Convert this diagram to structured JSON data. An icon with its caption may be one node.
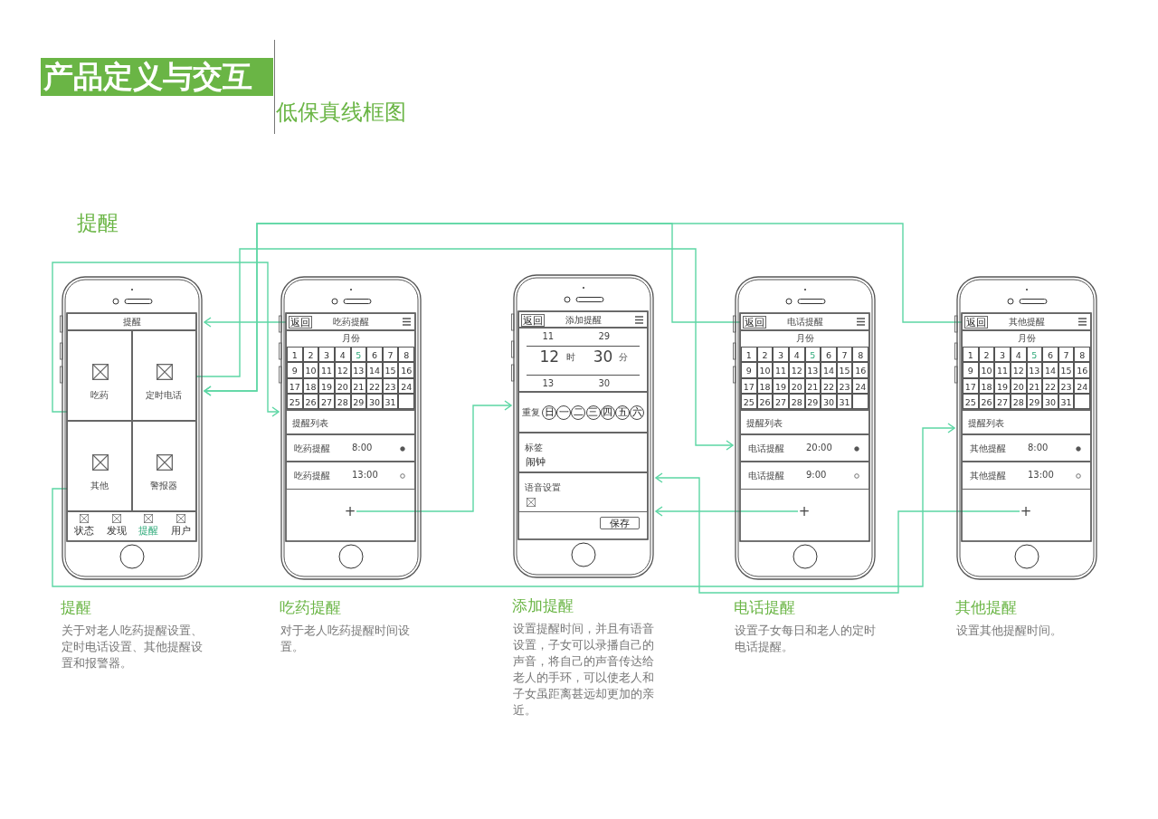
{
  "diagram": {
    "title": "产品定义与交互",
    "nodes": [
      {
        "text": [],
        "shape": "phone",
        "beside": [
          "提醒",
          "关于对老人吃药提醒设置、定时电话设置、其他提醒设置和报警器。"
        ]
      },
      {
        "text": [
          "提醒"
        ],
        "in": 0
      },
      {
        "text": [
          "吃药"
        ],
        "in": 0
      },
      {
        "text": [
          "定时电话"
        ],
        "in": 0
      },
      {
        "text": [
          "其他"
        ],
        "in": 0
      },
      {
        "text": [
          "警报器"
        ],
        "in": 0
      },
      {
        "text": [
          "状态",
          "发现",
          "提醒",
          "用户"
        ],
        "in": 0
      },
      {
        "text": [],
        "shape": "phone",
        "beside": [
          "吃药提醒",
          "对于老人吃药提醒时间设置。"
        ]
      },
      {
        "text": [
          "返回",
          "吃药提醒"
        ],
        "in": 7
      },
      {
        "text": [
          "月份",
          "1",
          "2",
          "3",
          "4",
          "5",
          "6",
          "7",
          "8",
          "9",
          "10",
          "11",
          "12",
          "13",
          "14",
          "15",
          "16",
          "17",
          "18",
          "19",
          "20",
          "21",
          "22",
          "23",
          "24",
          "25",
          "26",
          "27",
          "28",
          "29",
          "30",
          "31"
        ],
        "in": 7
      },
      {
        "text": [
          "提醒列表"
        ],
        "in": 7
      },
      {
        "text": [
          "吃药提醒",
          "8:00"
        ],
        "in": 7
      },
      {
        "text": [
          "吃药提醒",
          "13:00"
        ],
        "in": 7
      },
      {
        "text": [
          "+"
        ],
        "in": 7
      },
      {
        "text": [],
        "shape": "phone",
        "beside": [
          "添加提醒",
          "设置提醒时间，并且有语音设置，子女可以录播自己的声音，将自己的声音传达给老人的手环，可以使老人和子女虽距离甚远却更加的亲近。"
        ]
      },
      {
        "text": [
          "返回",
          "添加提醒"
        ],
        "in": 14
      },
      {
        "text": [
          "11",
          "29",
          "12",
          "时",
          "30",
          "分",
          "13",
          "30"
        ],
        "in": 14
      },
      {
        "text": [
          "重复",
          "日",
          "一",
          "二",
          "三",
          "四",
          "五",
          "六"
        ],
        "in": 14
      },
      {
        "text": [
          "标签",
          "闹钟"
        ],
        "in": 14
      },
      {
        "text": [
          "语音设置"
        ],
        "in": 14
      },
      {
        "text": [
          "保存"
        ],
        "in": 14
      },
      {
        "text": [],
        "shape": "phone",
        "beside": [
          "电话提醒",
          "设置子女每日和老人的定时电话提醒。"
        ]
      },
      {
        "text": [
          "返回",
          "电话提醒"
        ],
        "in": 21
      },
      {
        "text": [
          "月份",
          "1",
          "2",
          "3",
          "4",
          "5",
          "6",
          "7",
          "8",
          "9",
          "10",
          "11",
          "12",
          "13",
          "14",
          "15",
          "16",
          "17",
          "18",
          "19",
          "20",
          "21",
          "22",
          "23",
          "24",
          "25",
          "26",
          "27",
          "28",
          "29",
          "30",
          "31"
        ],
        "in": 21
      },
      {
        "text": [
          "提醒列表"
        ],
        "in": 21
      },
      {
        "text": [
          "电话提醒",
          "20:00"
        ],
        "in": 21
      },
      {
        "text": [
          "电话提醒",
          "9:00"
        ],
        "in": 21
      },
      {
        "text": [
          "+"
        ],
        "in": 21
      },
      {
        "text": [],
        "shape": "phone",
        "beside": [
          "其他提醒",
          "设置其他提醒时间。"
        ]
      },
      {
        "text": [
          "返回",
          "其他提醒"
        ],
        "in": 28
      },
      {
        "text": [
          "月份",
          "1",
          "2",
          "3",
          "4",
          "5",
          "6",
          "7",
          "8",
          "9",
          "10",
          "11",
          "12",
          "13",
          "14",
          "15",
          "16",
          "17",
          "18",
          "19",
          "20",
          "21",
          "22",
          "23",
          "24",
          "25",
          "26",
          "27",
          "28",
          "29",
          "30",
          "31"
        ],
        "in": 28
      },
      {
        "text": [
          "提醒列表"
        ],
        "in": 28
      },
      {
        "text": [
          "其他提醒",
          "8:00"
        ],
        "in": 28
      },
      {
        "text": [
          "其他提醒",
          "13:00"
        ],
        "in": 28
      },
      {
        "text": [
          "+"
        ],
        "in": 28
      }
    ],
    "edges": [
      {
        "from": 8,
        "to": 0,
        "arrow": "to"
      },
      {
        "from": 3,
        "to": 21,
        "arrow": "to"
      },
      {
        "from": 22,
        "to": 0,
        "arrow": "to"
      },
      {
        "from": 29,
        "to": 0,
        "arrow": "to"
      },
      {
        "from": 2,
        "to": 7,
        "arrow": "to"
      },
      {
        "from": 13,
        "to": 14,
        "arrow": "to"
      },
      {
        "from": 27,
        "to": 14,
        "arrow": "to"
      },
      {
        "from": 34,
        "to": 14,
        "arrow": "to"
      },
      {
        "from": 4,
        "to": 28,
        "arrow": "to"
      }
    ],
    "labels": [
      "低保真线框图",
      "提醒"
    ]
  }
}
